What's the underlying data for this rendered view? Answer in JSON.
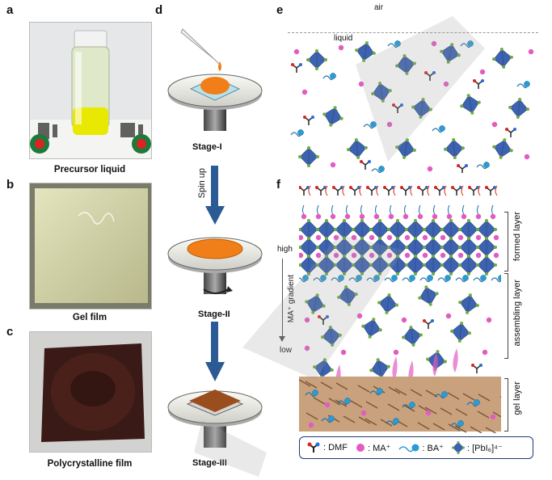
{
  "panels": {
    "a": {
      "label": "a",
      "caption": "Precursor liquid"
    },
    "b": {
      "label": "b",
      "caption": "Gel film"
    },
    "c": {
      "label": "c",
      "caption": "Polycrystalline film"
    },
    "d": {
      "label": "d",
      "stage1": "Stage-I",
      "spin": "Spin up",
      "stage2": "Stage-II",
      "stage3": "Stage-III"
    },
    "e": {
      "label": "e",
      "air": "air",
      "liquid": "liquid"
    },
    "f": {
      "label": "f",
      "high": "high",
      "gradient": "MA⁺ gradient",
      "low": "low",
      "formed": "formed layer",
      "assembling": "assembling layer",
      "gel": "gel layer"
    }
  },
  "legend": {
    "dmf": ": DMF",
    "ma": ": MA⁺",
    "ba": ": BA⁺",
    "pbi": ": [PbI₆]⁴⁻"
  },
  "colors": {
    "octahedron": "#3d63b0",
    "iodide": "#6cab3c",
    "ma": "#e35bc2",
    "ba": "#2a9bd6",
    "substrate": "#c9a17c",
    "orange": "#f07f19",
    "arrow": "#2b5a95"
  }
}
